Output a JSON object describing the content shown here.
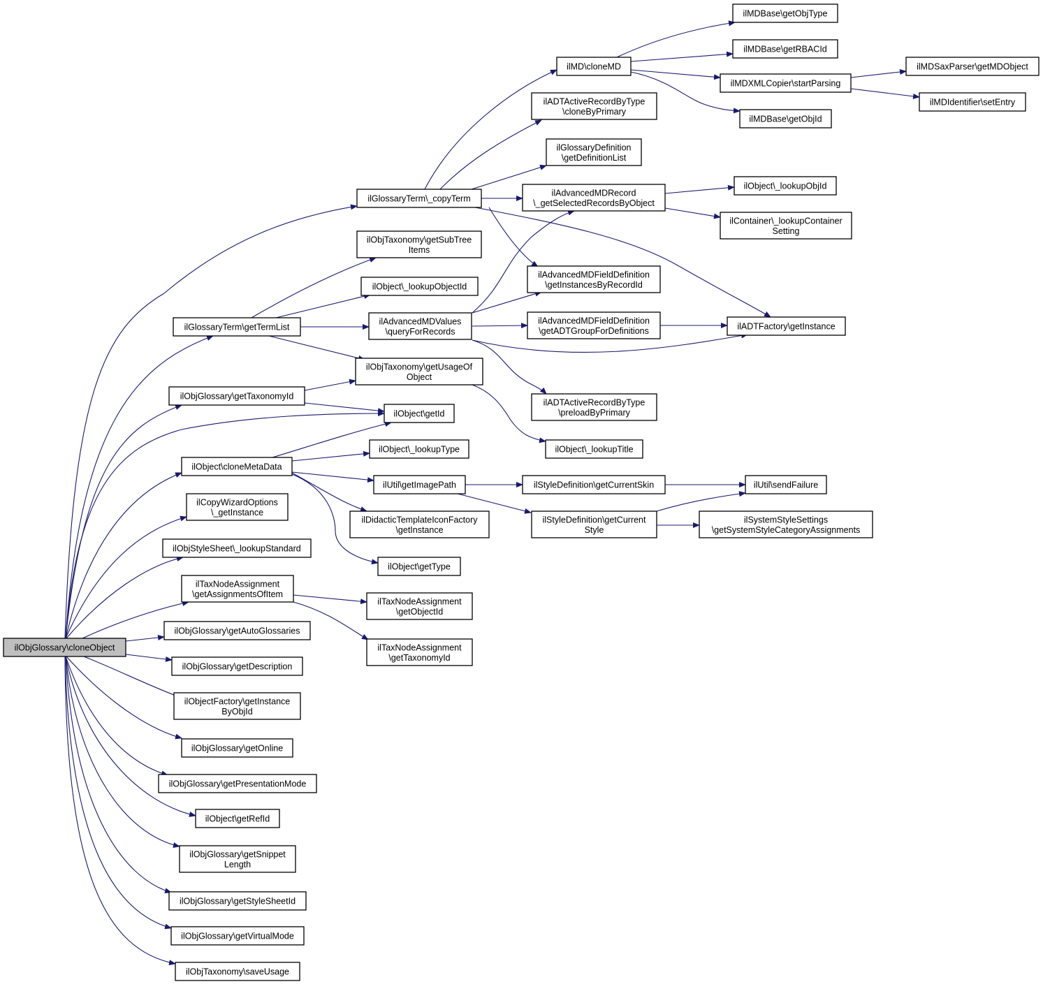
{
  "diagram": {
    "type": "call-graph",
    "colors": {
      "edge": "#191970",
      "node_border": "#000000",
      "root_fill": "#bfbfbf",
      "node_fill": "#ffffff"
    },
    "nodes": {
      "root": [
        "ilObjGlossary\\cloneObject"
      ],
      "copyTerm": [
        "ilGlossaryTerm\\_copyTerm"
      ],
      "getTermList": [
        "ilGlossaryTerm\\getTermList"
      ],
      "getTaxonomyId": [
        "ilObjGlossary\\getTaxonomyId"
      ],
      "cloneMetaData": [
        "ilObject\\cloneMetaData"
      ],
      "copyWizard": [
        "ilCopyWizardOptions",
        "\\_getInstance"
      ],
      "lookupStandard": [
        "ilObjStyleSheet\\_lookupStandard"
      ],
      "getAssignmentsOfItem": [
        "ilTaxNodeAssignment",
        "\\getAssignmentsOfItem"
      ],
      "getAutoGlossaries": [
        "ilObjGlossary\\getAutoGlossaries"
      ],
      "getDescription": [
        "ilObjGlossary\\getDescription"
      ],
      "getInstanceByObjId": [
        "ilObjectFactory\\getInstance",
        "ByObjId"
      ],
      "getOnline": [
        "ilObjGlossary\\getOnline"
      ],
      "getPresentationMode": [
        "ilObjGlossary\\getPresentationMode"
      ],
      "getRefId": [
        "ilObject\\getRefId"
      ],
      "getSnippetLength": [
        "ilObjGlossary\\getSnippet",
        "Length"
      ],
      "getStyleSheetId": [
        "ilObjGlossary\\getStyleSheetId"
      ],
      "getVirtualMode": [
        "ilObjGlossary\\getVirtualMode"
      ],
      "saveUsage": [
        "ilObjTaxonomy\\saveUsage"
      ],
      "getSubTreeItems": [
        "ilObjTaxonomy\\getSubTree",
        "Items"
      ],
      "lookupObjectId": [
        "ilObject\\_lookupObjectId"
      ],
      "queryForRecords": [
        "ilAdvancedMDValues",
        "\\queryForRecords"
      ],
      "getUsageOfObject": [
        "ilObjTaxonomy\\getUsageOf",
        "Object"
      ],
      "getId": [
        "ilObject\\getId"
      ],
      "lookupType": [
        "ilObject\\_lookupType"
      ],
      "getImagePath": [
        "ilUtil\\getImagePath"
      ],
      "didacticIcon": [
        "ilDidacticTemplateIconFactory",
        "\\getInstance"
      ],
      "getType": [
        "ilObject\\getType"
      ],
      "taxGetObjectId": [
        "ilTaxNodeAssignment",
        "\\getObjectId"
      ],
      "taxGetTaxonomyId": [
        "ilTaxNodeAssignment",
        "\\getTaxonomyId"
      ],
      "cloneMD": [
        "ilMD\\cloneMD"
      ],
      "cloneByPrimary": [
        "ilADTActiveRecordByType",
        "\\cloneByPrimary"
      ],
      "getDefinitionList": [
        "ilGlossaryDefinition",
        "\\getDefinitionList"
      ],
      "getSelectedRecords": [
        "ilAdvancedMDRecord",
        "\\_getSelectedRecordsByObject"
      ],
      "getInstancesByRecordId": [
        "ilAdvancedMDFieldDefinition",
        "\\getInstancesByRecordId"
      ],
      "getADTGroup": [
        "ilAdvancedMDFieldDefinition",
        "\\getADTGroupForDefinitions"
      ],
      "preloadByPrimary": [
        "ilADTActiveRecordByType",
        "\\preloadByPrimary"
      ],
      "lookupTitle": [
        "ilObject\\_lookupTitle"
      ],
      "getCurrentSkin": [
        "ilStyleDefinition\\getCurrentSkin"
      ],
      "getCurrentStyle": [
        "ilStyleDefinition\\getCurrent",
        "Style"
      ],
      "getObjType": [
        "ilMDBase\\getObjType"
      ],
      "getRBACId": [
        "ilMDBase\\getRBACId"
      ],
      "startParsing": [
        "ilMDXMLCopier\\startParsing"
      ],
      "getObjId": [
        "ilMDBase\\getObjId"
      ],
      "lookupObjId": [
        "ilObject\\_lookupObjId"
      ],
      "lookupContainer": [
        "ilContainer\\_lookupContainer",
        "Setting"
      ],
      "adtFactory": [
        "ilADTFactory\\getInstance"
      ],
      "sendFailure": [
        "ilUtil\\sendFailure"
      ],
      "systemStyle": [
        "ilSystemStyleSettings",
        "\\getSystemStyleCategoryAssignments"
      ],
      "getMDObject": [
        "ilMDSaxParser\\getMDObject"
      ],
      "setEntry": [
        "ilMDIdentifier\\setEntry"
      ]
    }
  }
}
